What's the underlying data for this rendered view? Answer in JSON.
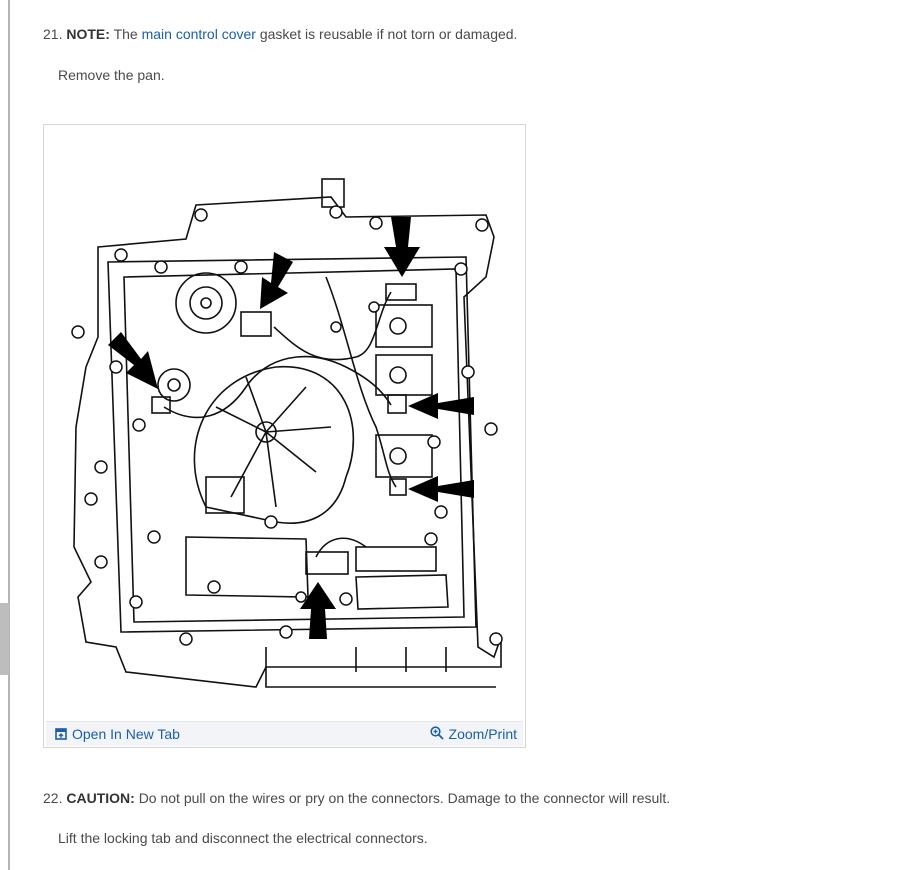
{
  "step21": {
    "number": "21.",
    "label": "NOTE:",
    "text_before": "The",
    "link": "main control cover",
    "text_after": "gasket is reusable if not torn or damaged.",
    "instruction": "Remove the pan."
  },
  "figure": {
    "open_label": "Open In New Tab",
    "zoom_label": "Zoom/Print"
  },
  "step22": {
    "number": "22.",
    "label": "CAUTION:",
    "text": "Do not pull on the wires or pry on the connectors. Damage to the connector will result.",
    "instruction": "Lift the locking tab and disconnect the electrical connectors."
  },
  "colors": {
    "link": "#1a5fa8",
    "text": "#4a4a4a",
    "toolbar": "#f2f4f7"
  }
}
